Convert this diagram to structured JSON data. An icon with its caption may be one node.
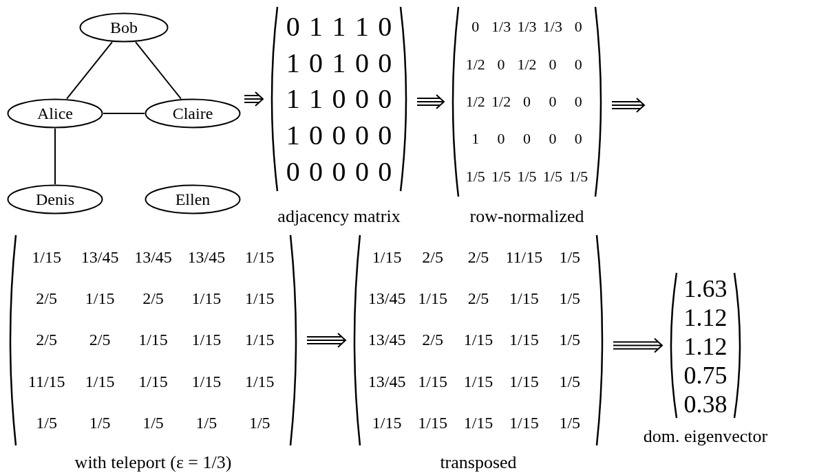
{
  "diagram": {
    "nodes": [
      {
        "text": [
          "Bob"
        ]
      },
      {
        "text": [
          "Alice"
        ]
      },
      {
        "text": [
          "Claire"
        ]
      },
      {
        "text": [
          "Denis"
        ]
      },
      {
        "text": [
          "Ellen"
        ]
      },
      {
        "text": [
          "0",
          "1",
          "1",
          "1",
          "0",
          "1",
          "0",
          "1",
          "0",
          "0",
          "1",
          "1",
          "0",
          "0",
          "0",
          "1",
          "0",
          "0",
          "0",
          "0",
          "0",
          "0",
          "0",
          "0",
          "0"
        ],
        "beside": [
          "adjacency matrix"
        ]
      },
      {
        "text": [
          "0",
          "1/3",
          "1/3",
          "1/3",
          "0",
          "1/2",
          "0",
          "1/2",
          "0",
          "0",
          "1/2",
          "1/2",
          "0",
          "0",
          "0",
          "1",
          "0",
          "0",
          "0",
          "0",
          "1/5",
          "1/5",
          "1/5",
          "1/5",
          "1/5"
        ],
        "beside": [
          "row-normalized"
        ]
      },
      {
        "text": [
          "1/15",
          "13/45",
          "13/45",
          "13/45",
          "1/15",
          "2/5",
          "1/15",
          "2/5",
          "1/15",
          "1/15",
          "2/5",
          "2/5",
          "1/15",
          "1/15",
          "1/15",
          "11/15",
          "1/15",
          "1/15",
          "1/15",
          "1/15",
          "1/5",
          "1/5",
          "1/5",
          "1/5",
          "1/5"
        ],
        "beside": [
          "with teleport (ε = 1/3)"
        ]
      },
      {
        "text": [
          "1/15",
          "2/5",
          "2/5",
          "11/15",
          "1/5",
          "13/45",
          "1/15",
          "2/5",
          "1/15",
          "1/5",
          "13/45",
          "2/5",
          "1/15",
          "1/15",
          "1/5",
          "13/45",
          "1/15",
          "1/15",
          "1/15",
          "1/5",
          "1/15",
          "1/15",
          "1/15",
          "1/15",
          "1/5"
        ],
        "beside": [
          "transposed"
        ]
      },
      {
        "text": [
          "1.63",
          "1.12",
          "1.12",
          "0.75",
          "0.38"
        ],
        "beside": [
          "dom. eigenvector"
        ]
      }
    ],
    "edges": [
      {
        "from": 0,
        "to": 1,
        "arrow": "none"
      },
      {
        "from": 0,
        "to": 2,
        "arrow": "none"
      },
      {
        "from": 1,
        "to": 2,
        "arrow": "none"
      },
      {
        "from": 1,
        "to": 3,
        "arrow": "none"
      },
      {
        "from": null,
        "to": 5,
        "arrow": "to"
      },
      {
        "from": 5,
        "to": 6,
        "arrow": "to"
      },
      {
        "from": 6,
        "to": null,
        "arrow": "to"
      },
      {
        "from": 7,
        "to": 8,
        "arrow": "to"
      },
      {
        "from": 8,
        "to": 9,
        "arrow": "to"
      }
    ]
  }
}
